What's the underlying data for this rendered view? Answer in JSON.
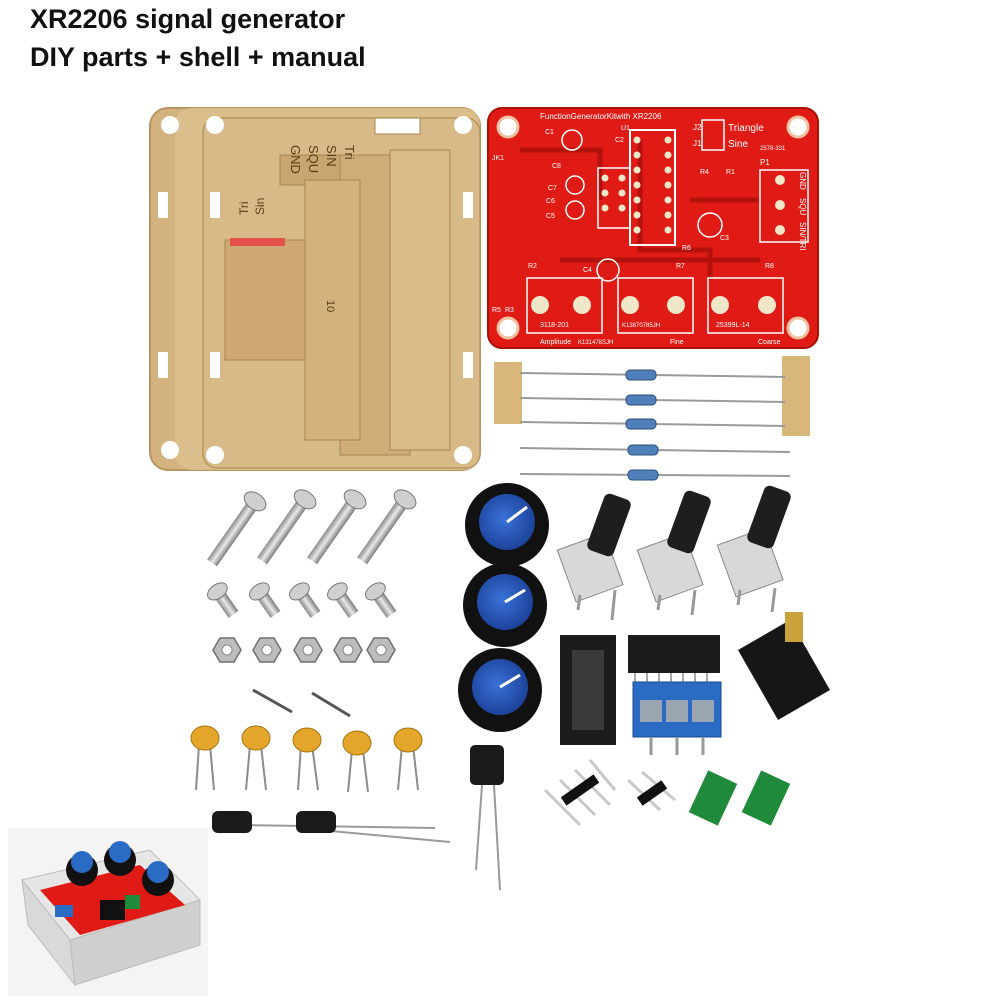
{
  "header": {
    "line1": "XR2206 signal generator",
    "line2": "DIY parts + shell + manual"
  },
  "pcb": {
    "top_label": "FunctionGeneratorKitwith XR2206",
    "code": "2578-331",
    "jumper_labels": [
      "J2",
      "J1"
    ],
    "wave_labels": [
      "Triangle",
      "Sine"
    ],
    "port_label": "P1",
    "port_pins": [
      "GND",
      "SQU",
      "SIN/TRI"
    ],
    "ref_labels": [
      "C1",
      "U1",
      "JK1",
      "C8",
      "C7",
      "C6",
      "C5",
      "C2",
      "R4",
      "R1",
      "C3",
      "R6",
      "R2",
      "C4",
      "R7",
      "R8",
      "R5",
      "R3"
    ],
    "pot_codes": [
      "3118-201",
      "K13870785JH",
      "25399L-14"
    ],
    "bottom_labels": [
      "Amplitude",
      "K131478SJH",
      "Fine",
      "Coarse"
    ]
  },
  "shell_labels": [
    "GND",
    "SQU",
    "SIN",
    "Tri",
    "Tri",
    "Sin",
    "10"
  ],
  "colors": {
    "pcb_red": "#e01a14",
    "acrylic": "#d7b98a",
    "knob_blue": "#1e4fb8",
    "terminal_blue": "#2a6bc4",
    "jumper_green": "#1f8a3a"
  }
}
